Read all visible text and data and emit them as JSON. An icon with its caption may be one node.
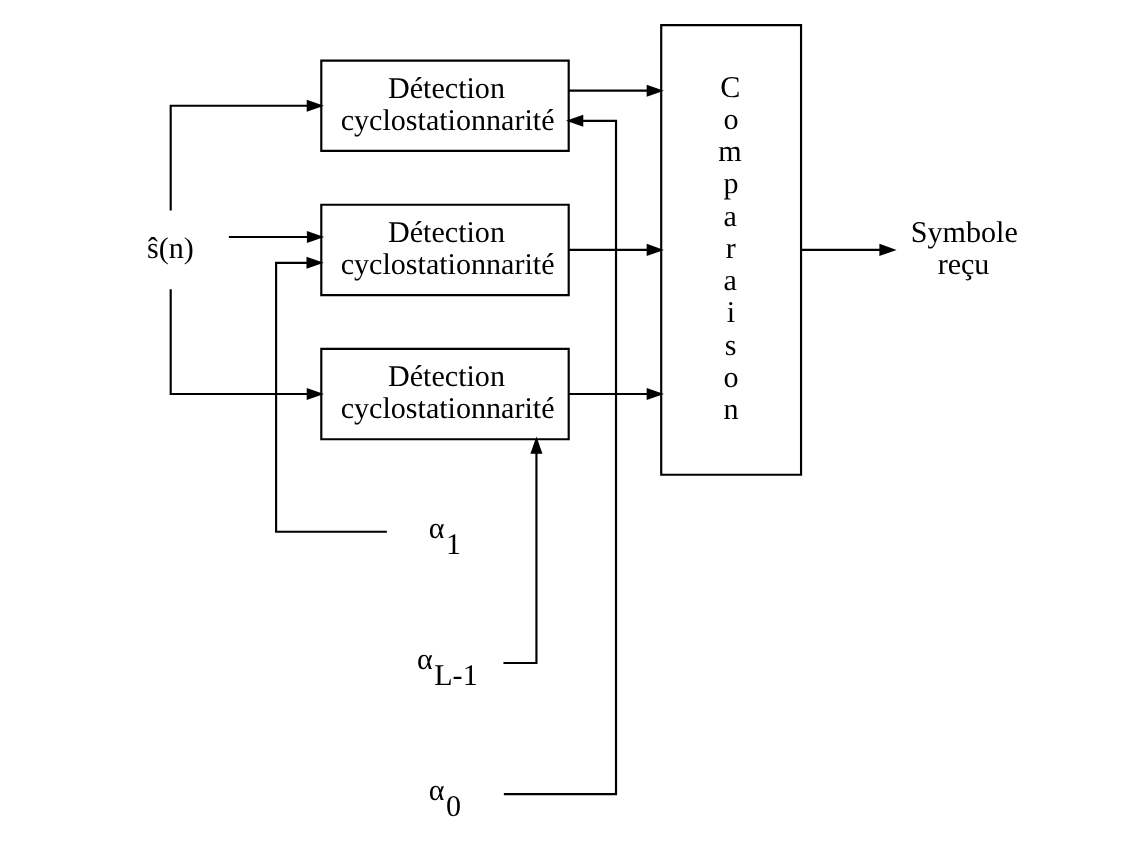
{
  "diagram": {
    "nodes": [
      {
        "text": [
          "ŝ(n)"
        ]
      },
      {
        "text": [
          "Détection cyclostationnarité"
        ]
      },
      {
        "text": [
          "Détection cyclostationnarité"
        ]
      },
      {
        "text": [
          "Détection cyclostationnarité"
        ]
      },
      {
        "text": [
          "α$_{0}$"
        ]
      },
      {
        "text": [
          "α$_{1}$"
        ]
      },
      {
        "text": [
          "α$_{L-1}$"
        ]
      },
      {
        "text": [
          "Comparaison"
        ]
      },
      {
        "text": [
          "Symbole reçu"
        ]
      }
    ],
    "edges": [
      {
        "from": 0,
        "to": 1,
        "arrow": "to"
      },
      {
        "from": 0,
        "to": 2,
        "arrow": "to"
      },
      {
        "from": 0,
        "to": 3,
        "arrow": "to"
      },
      {
        "from": 4,
        "to": 1,
        "arrow": "to"
      },
      {
        "from": 5,
        "to": 2,
        "arrow": "to"
      },
      {
        "from": 6,
        "to": 3,
        "arrow": "to"
      },
      {
        "from": 1,
        "to": 7,
        "arrow": "to"
      },
      {
        "from": 2,
        "to": 7,
        "arrow": "to"
      },
      {
        "from": 3,
        "to": 7,
        "arrow": "to"
      },
      {
        "from": 7,
        "to": 8,
        "arrow": "to"
      }
    ]
  }
}
